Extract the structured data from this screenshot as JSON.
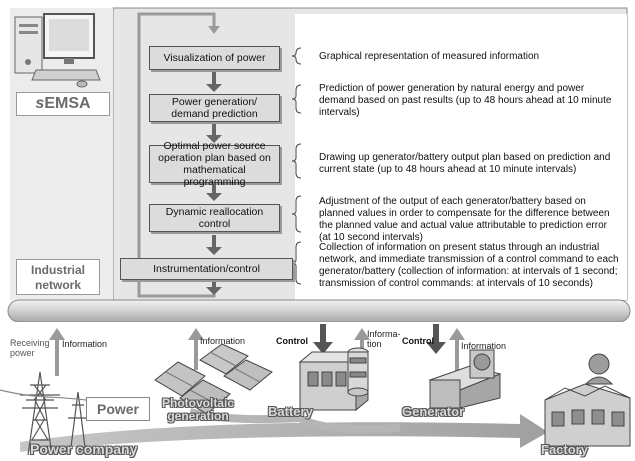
{
  "system": {
    "name_prefix": "s",
    "name_main": "EMSA",
    "network_label": "Industrial network"
  },
  "steps": [
    {
      "label": "Visualization of power",
      "description": "Graphical representation of measured information"
    },
    {
      "label": "Power generation/ demand prediction",
      "description": "Prediction of power generation by natural energy and power demand based on past results (up to 48 hours ahead at 10 minute intervals)"
    },
    {
      "label": "Optimal power source operation plan based on mathematical programming",
      "description": "Drawing up generator/battery output plan based on prediction and current state (up to 48 hours ahead at 10 minute intervals)"
    },
    {
      "label": "Dynamic reallocation control",
      "description": "Adjustment of the output of each generator/battery based on planned values in order to compensate for the difference between the planned value and actual value attributable to prediction error (at 10 second intervals)"
    },
    {
      "label": "Instrumentation/control",
      "description": "Collection of information on present status through an industrial network, and immediate transmission of a control command to each generator/battery (collection of information: at intervals of 1 second; transmission of control commands: at intervals of 10 seconds)"
    }
  ],
  "field": {
    "receiving_power": "Receiving power",
    "information": "Information",
    "information_split": "Informa- tion",
    "control": "Control",
    "power": "Power",
    "power_company": "Power company",
    "photovoltaic": "Photovoltaic generation",
    "battery": "Battery",
    "generator": "Generator",
    "factory": "Factory"
  }
}
